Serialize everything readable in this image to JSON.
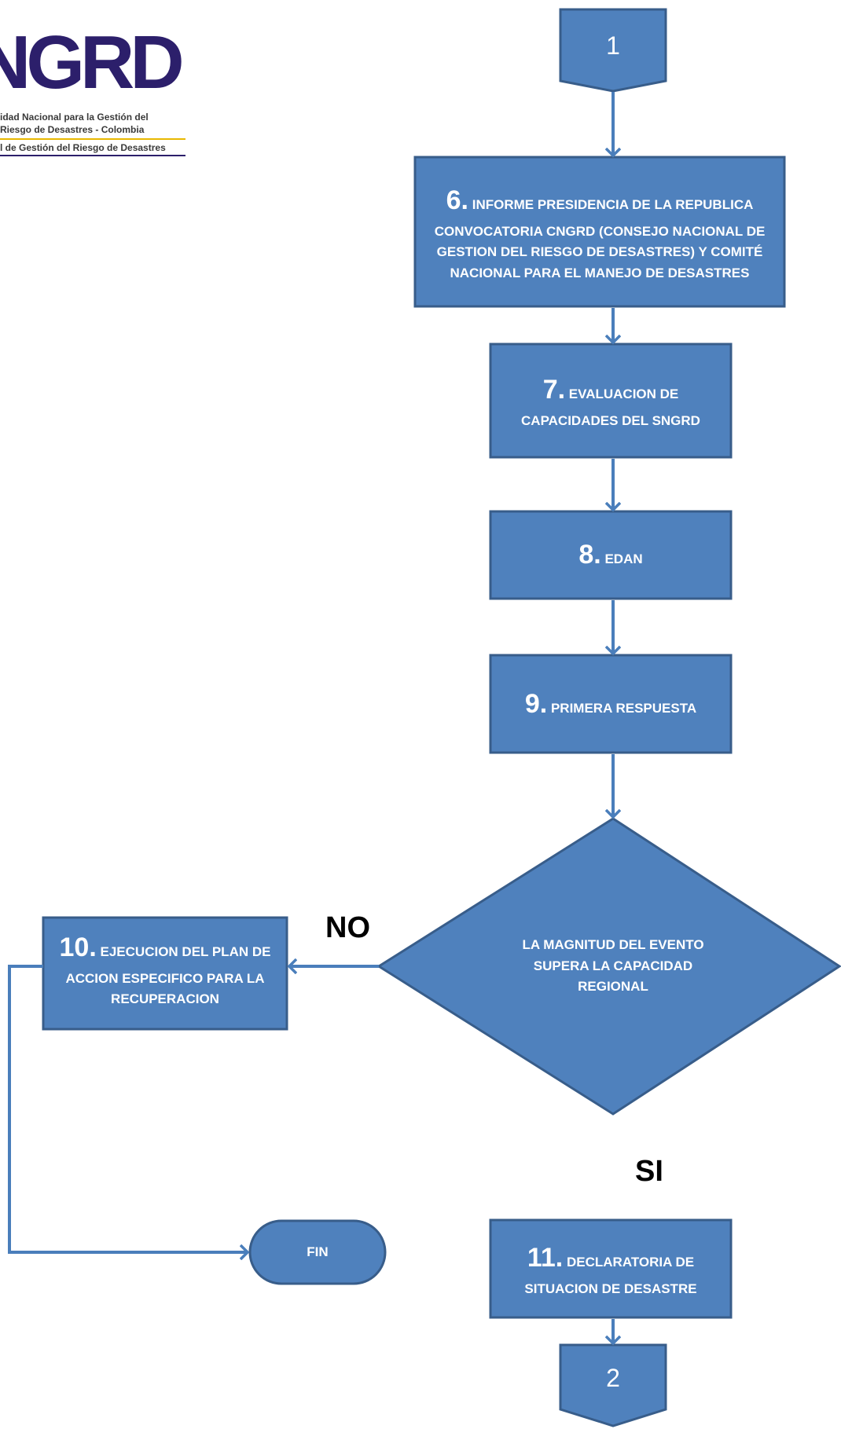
{
  "logo": {
    "mark": "NGRD",
    "line1": "idad Nacional para la Gestión del",
    "line2": "Riesgo de Desastres - Colombia",
    "line3": "l de Gestión del Riesgo de Desastres"
  },
  "connectors": {
    "top": "1",
    "bottom": "2"
  },
  "steps": [
    {
      "num": "6.",
      "text": "INFORME PRESIDENCIA DE LA REPUBLICA CONVOCATORIA CNGRD (CONSEJO NACIONAL DE GESTION DEL RIESGO DE DESASTRES) Y COMITÉ NACIONAL PARA EL MANEJO DE DESASTRES"
    },
    {
      "num": "7.",
      "text": "EVALUACION DE CAPACIDADES DEL SNGRD"
    },
    {
      "num": "8.",
      "text": "EDAN"
    },
    {
      "num": "9.",
      "text": "PRIMERA RESPUESTA"
    },
    {
      "num": "10.",
      "text": "EJECUCION DEL PLAN DE ACCION ESPECIFICO PARA LA RECUPERACION"
    },
    {
      "num": "11.",
      "text": "DECLARATORIA DE SITUACION DE DESASTRE"
    }
  ],
  "decision": {
    "text": "LA MAGNITUD DEL EVENTO SUPERA LA CAPACIDAD REGIONAL",
    "no_label": "NO",
    "yes_label": "SI"
  },
  "end": {
    "label": "FIN"
  },
  "colors": {
    "fill": "#4f81bd",
    "stroke": "#385d8a",
    "arrow": "#4a7ebb",
    "text": "#ffffff"
  }
}
